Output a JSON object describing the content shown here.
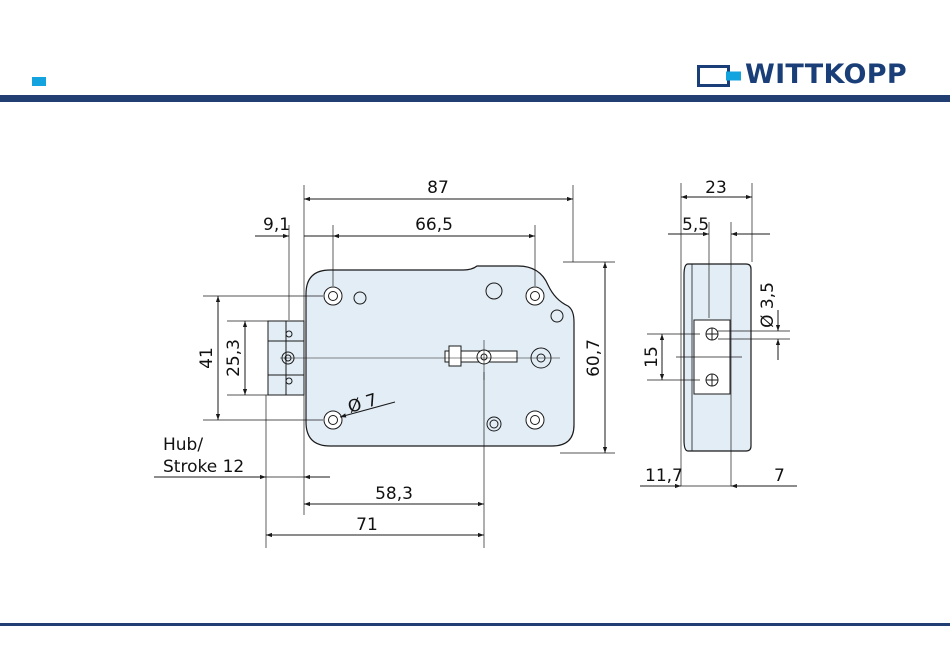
{
  "brand": {
    "name": "WITTKOPP",
    "color": "#1a3e78",
    "accent": "#13a3df"
  },
  "colors": {
    "rule": "#213f72",
    "part_fill": "#e3edf5",
    "line": "#1a1a1a"
  },
  "front_view": {
    "dim_overall_width": "87",
    "dim_offset_left": "9,1",
    "dim_hole_spacing_h": "66,5",
    "dim_height": "60,7",
    "dim_hole_spacing_v": "41",
    "dim_bolt_height": "25,3",
    "dim_hole_diameter": "Ø 7",
    "dim_backset": "58,3",
    "dim_total_71": "71",
    "stroke_label_line1": "Hub/",
    "stroke_label_line2": "Stroke 12"
  },
  "side_view": {
    "dim_depth": "23",
    "dim_step": "5,5",
    "dim_small_hole": "Ø 3,5",
    "dim_fixing_spacing": "15",
    "dim_left_offset": "11,7",
    "dim_right_offset": "7"
  }
}
